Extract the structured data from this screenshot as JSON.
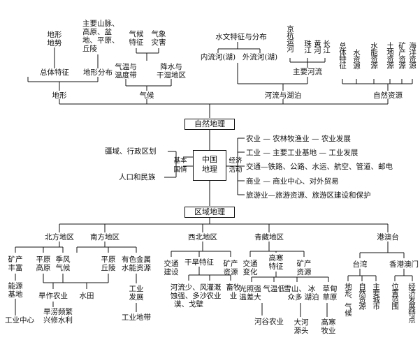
{
  "top": {
    "terrain": {
      "label": "地形",
      "general": "总体特征",
      "distribution": "地形分布",
      "terrain_shape": "地形\n地势",
      "landforms": "主要山脉、\n高原、盆\n地、平原、\n丘陵"
    },
    "climate": {
      "label": "气候",
      "features": "气候\n特征",
      "disasters": "气象\n灾害",
      "temp_zones": "气温与\n温度带",
      "precip_zones": "降水与\n干湿地区"
    },
    "rivers": {
      "label": "河流与湖泊",
      "hydro": "水文特征与分布",
      "inland": "内流河(湖)",
      "outflow": "外流河(湖)",
      "major_rivers": "主要河流",
      "canal": "京杭运河",
      "pearl": "珠江",
      "yellow": "黄河",
      "yangtze": "长江"
    },
    "resources": {
      "label": "自然资源",
      "overall": "总体特征",
      "water": "水资源",
      "hydropower": "水能资源",
      "land": "土地资源",
      "mineral": "矿产资源",
      "marine": "海洋资源"
    }
  },
  "center": {
    "natural_geo": "自然地理",
    "china_geo": "中国\n地理",
    "basic_info": "基本\n国情",
    "economic": "经济\n活动",
    "territory": "疆域、行政区划",
    "population": "人口和民族",
    "agri": "农业 — 农林牧渔业 — 农业发展",
    "industry": "工业 — 主要工业基地 — 工业发展",
    "transport": "交通—铁路、公路、水运、航空、管道、邮电",
    "commerce": "商业 — 商业中心、对外贸易",
    "tourism": "旅游业—旅游资源、旅游区建设和保护",
    "regional_geo": "区域地理"
  },
  "regions": {
    "north": {
      "label": "北方地区",
      "mineral_rich": "矿产\n丰富",
      "plains": "平原\n高原",
      "monsoon": "季风\n气候",
      "energy": "能源\n基地",
      "industry_center": "工业中心",
      "dry_farming": "旱作农业",
      "drought_flood": "旱涝频繁\n兴修水利"
    },
    "south": {
      "label": "南方地区",
      "plains_hills": "平原\n丘陵",
      "nonferrous": "有色金属\n水能资源",
      "paddy": "水田",
      "ind_dev": "工业\n发展",
      "ind_zone": "工业地带"
    },
    "northwest": {
      "label": "西北地区",
      "transport_build": "交通\n建设",
      "arid": "干旱特征",
      "mineral_res": "矿产\n资源",
      "river_desert": "河流少、风\n蚀强、多沙\n漠、戈壁",
      "irrigation": "灌溉\n农业",
      "husbandry": "畜牧\n业"
    },
    "tibet": {
      "label": "青藏地区",
      "transport_change": "交通\n变化",
      "plateau": "高寒\n特征",
      "mineral_res": "矿产\n资源",
      "sunlight": "光照强\n温差大",
      "low_temp": "气温低",
      "snow": "雪山、\n众多",
      "glacier": "冰\n湖泊",
      "meadow": "草甸\n草原",
      "valley_farming": "河谷农业",
      "river_source": "大河\n源头",
      "alpine_husbandry": "高寒\n牧业"
    },
    "hmt": {
      "label": "港澳台",
      "taiwan": "台湾",
      "hkmo": "香港澳门",
      "terrain_climate": "地形、气候",
      "natural_res": "自然资源",
      "main_cities": "主要城市",
      "location": "位置范围",
      "econ_dev": "经济发展特点"
    }
  }
}
